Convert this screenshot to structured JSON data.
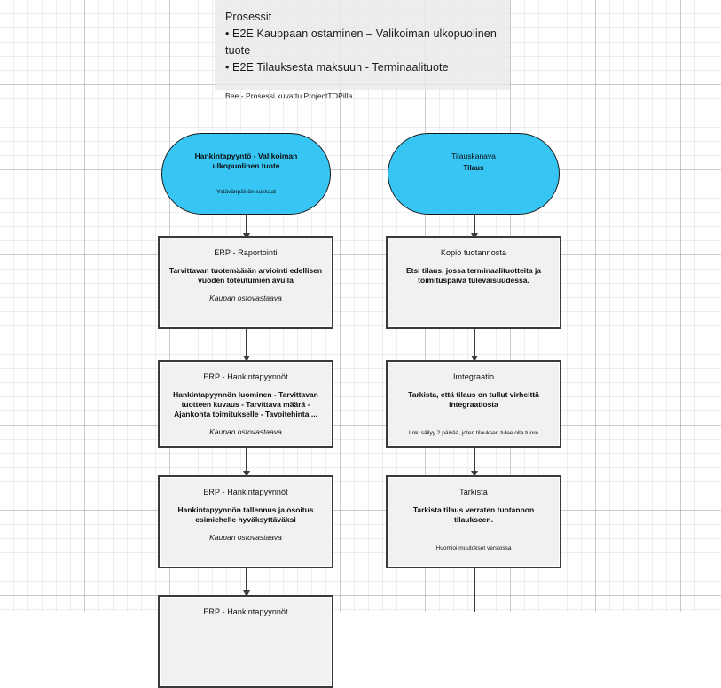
{
  "legend": {
    "title": "Prosessit",
    "items": [
      "• E2E Kauppaan ostaminen – Valikoiman ulkopuolinen tuote",
      "• E2E Tilauksesta maksuun - Terminaalituote"
    ],
    "note": "Bee - Prosessi kuvattu ProjectTOPilla"
  },
  "colors": {
    "start_fill": "#37c6f4",
    "task_fill": "#f1f1f1",
    "border": "#3a3a3a",
    "legend_panel": "#e8e8ea",
    "grid_line": "#78788a"
  },
  "lanes": {
    "left": {
      "nodes": [
        {
          "kind": "start",
          "head": "Hankintapyyntö - Valikoiman ulkopuolinen tuote",
          "sub": "",
          "note": "Ystävänpäivän sukkaat"
        },
        {
          "kind": "task",
          "head": "ERP - Raportointi",
          "body": "Tarvittavan tuotemäärän arviointi edellisen vuoden toteutumien avulla",
          "role": "Kaupan ostovastaava",
          "note": ""
        },
        {
          "kind": "task",
          "head": "ERP - Hankintapyynnöt",
          "body": "Hankintapyynnön luominen - Tarvittavan tuotteen kuvaus - Tarvittava määrä - Ajankohta toimitukselle - Tavoitehinta ...",
          "role": "Kaupan ostovastaava",
          "note": ""
        },
        {
          "kind": "task",
          "head": "ERP - Hankintapyynnöt",
          "body": "Hankintapyynnön tallennus ja osoitus esimiehelle hyväksyttäväksi",
          "role": "Kaupan ostovastaava",
          "note": ""
        },
        {
          "kind": "task",
          "head": "ERP - Hankintapyynnöt",
          "body": "",
          "role": "",
          "note": ""
        }
      ]
    },
    "right": {
      "nodes": [
        {
          "kind": "start",
          "head": "Tilauskanava",
          "sub": "Tilaus",
          "note": ""
        },
        {
          "kind": "task",
          "head": "Kopio tuotannosta",
          "body": "Etsi tilaus, jossa terminaalituotteita ja toimituspäivä tulevaisuudessa.",
          "role": "",
          "note": ""
        },
        {
          "kind": "task",
          "head": "Imtegraatio",
          "body": "Tarkista, että tilaus on tullut virheittä integraatiosta",
          "role": "",
          "note": "Loki säilyy 2 päivää, joten tilauksen tulee olla tuore"
        },
        {
          "kind": "task",
          "head": "Tarkista",
          "body": "Tarkista tilaus verraten tuotannon tilaukseen.",
          "role": "",
          "note": "Huomioi muutokset versiossa"
        }
      ]
    }
  }
}
